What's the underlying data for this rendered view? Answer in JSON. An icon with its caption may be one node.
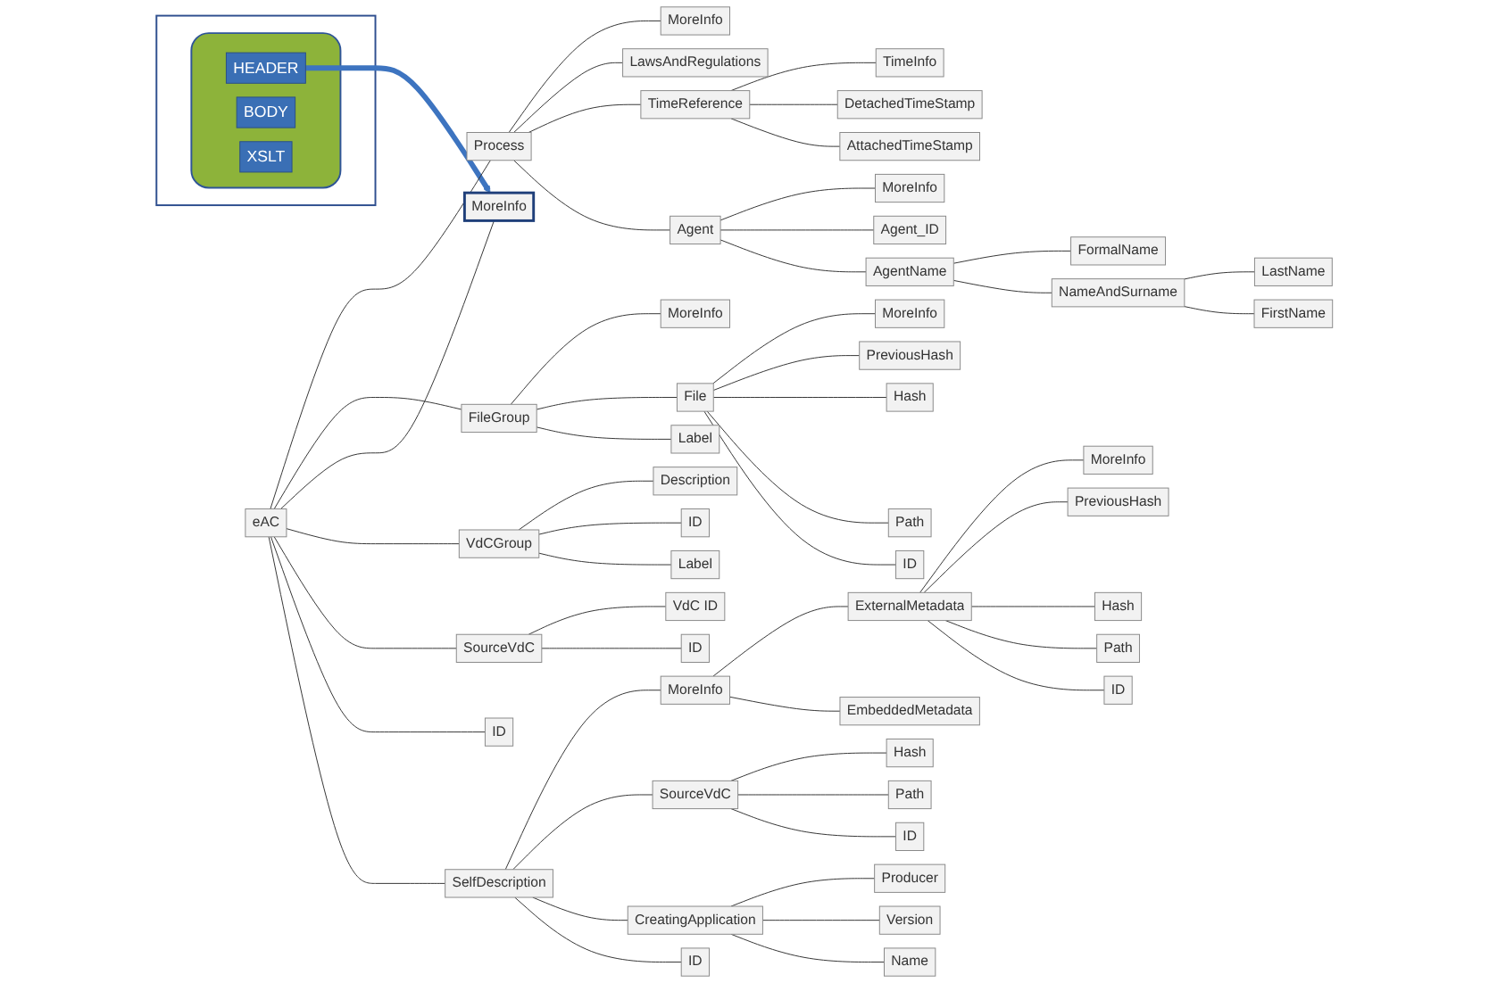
{
  "diagram": {
    "nodes": [
      {
        "text": [],
        "shape": "box"
      },
      {
        "text": [],
        "shape": "box",
        "in": 0
      },
      {
        "text": [
          "HEADER"
        ],
        "in": 1
      },
      {
        "text": [
          "BODY"
        ],
        "in": 1
      },
      {
        "text": [
          "XSLT"
        ],
        "in": 1
      },
      {
        "text": [
          "eAC"
        ]
      },
      {
        "text": [
          "SelfDescription"
        ]
      },
      {
        "text": [
          "ID"
        ]
      },
      {
        "text": [
          "CreatingApplication"
        ]
      },
      {
        "text": [
          "Name"
        ]
      },
      {
        "text": [
          "Version"
        ]
      },
      {
        "text": [
          "Producer"
        ]
      },
      {
        "text": [
          "SourceVdC"
        ]
      },
      {
        "text": [
          "ID"
        ]
      },
      {
        "text": [
          "Path"
        ]
      },
      {
        "text": [
          "Hash"
        ]
      },
      {
        "text": [
          "MoreInfo"
        ]
      },
      {
        "text": [
          "EmbeddedMetadata"
        ]
      },
      {
        "text": [
          "ExternalMetadata"
        ]
      },
      {
        "text": [
          "ID"
        ]
      },
      {
        "text": [
          "Path"
        ]
      },
      {
        "text": [
          "Hash"
        ]
      },
      {
        "text": [
          "PreviousHash"
        ]
      },
      {
        "text": [
          "MoreInfo"
        ]
      },
      {
        "text": [
          "ID"
        ]
      },
      {
        "text": [
          "SourceVdC"
        ]
      },
      {
        "text": [
          "ID"
        ]
      },
      {
        "text": [
          "VdC ID"
        ]
      },
      {
        "text": [
          "VdCGroup"
        ]
      },
      {
        "text": [
          "Label"
        ]
      },
      {
        "text": [
          "ID"
        ]
      },
      {
        "text": [
          "Description"
        ]
      },
      {
        "text": [
          "MoreInfo"
        ]
      },
      {
        "text": [
          "FileGroup"
        ]
      },
      {
        "text": [
          "Label"
        ]
      },
      {
        "text": [
          "File"
        ]
      },
      {
        "text": [
          "ID"
        ]
      },
      {
        "text": [
          "Path"
        ]
      },
      {
        "text": [
          "Hash"
        ]
      },
      {
        "text": [
          "PreviousHash"
        ]
      },
      {
        "text": [
          "MoreInfo"
        ]
      },
      {
        "text": [
          "MoreInfo"
        ]
      },
      {
        "text": [
          "Process"
        ]
      },
      {
        "text": [
          "Agent"
        ]
      },
      {
        "text": [
          "AgentName"
        ]
      },
      {
        "text": [
          "NameAndSurname"
        ]
      },
      {
        "text": [
          "FirstName"
        ]
      },
      {
        "text": [
          "LastName"
        ]
      },
      {
        "text": [
          "FormalName"
        ]
      },
      {
        "text": [
          "Agent_ID"
        ]
      },
      {
        "text": [
          "MoreInfo"
        ]
      },
      {
        "text": [
          "TimeReference"
        ]
      },
      {
        "text": [
          "AttachedTimeStamp"
        ]
      },
      {
        "text": [
          "DetachedTimeStamp"
        ]
      },
      {
        "text": [
          "TimeInfo"
        ]
      },
      {
        "text": [
          "LawsAndRegulations"
        ]
      },
      {
        "text": [
          "MoreInfo"
        ]
      }
    ],
    "edges": [
      {
        "from": 2,
        "to": 32,
        "arrow": "to",
        "style": "thick",
        "color": "#3d74c0"
      },
      {
        "from": 5,
        "to": 6,
        "arrow": "none"
      },
      {
        "from": 6,
        "to": 7,
        "arrow": "none"
      },
      {
        "from": 6,
        "to": 8,
        "arrow": "none"
      },
      {
        "from": 8,
        "to": 9,
        "arrow": "none"
      },
      {
        "from": 8,
        "to": 10,
        "arrow": "none"
      },
      {
        "from": 8,
        "to": 11,
        "arrow": "none"
      },
      {
        "from": 6,
        "to": 12,
        "arrow": "none"
      },
      {
        "from": 12,
        "to": 13,
        "arrow": "none"
      },
      {
        "from": 12,
        "to": 14,
        "arrow": "none"
      },
      {
        "from": 12,
        "to": 15,
        "arrow": "none"
      },
      {
        "from": 6,
        "to": 16,
        "arrow": "none"
      },
      {
        "from": 16,
        "to": 17,
        "arrow": "none"
      },
      {
        "from": 16,
        "to": 18,
        "arrow": "none"
      },
      {
        "from": 18,
        "to": 19,
        "arrow": "none"
      },
      {
        "from": 18,
        "to": 20,
        "arrow": "none"
      },
      {
        "from": 18,
        "to": 21,
        "arrow": "none"
      },
      {
        "from": 18,
        "to": 22,
        "arrow": "none"
      },
      {
        "from": 18,
        "to": 23,
        "arrow": "none"
      },
      {
        "from": 5,
        "to": 24,
        "arrow": "none"
      },
      {
        "from": 5,
        "to": 25,
        "arrow": "none"
      },
      {
        "from": 25,
        "to": 26,
        "arrow": "none"
      },
      {
        "from": 25,
        "to": 27,
        "arrow": "none"
      },
      {
        "from": 5,
        "to": 28,
        "arrow": "none"
      },
      {
        "from": 28,
        "to": 29,
        "arrow": "none"
      },
      {
        "from": 28,
        "to": 30,
        "arrow": "none"
      },
      {
        "from": 28,
        "to": 31,
        "arrow": "none"
      },
      {
        "from": 5,
        "to": 32,
        "arrow": "none"
      },
      {
        "from": 5,
        "to": 33,
        "arrow": "none"
      },
      {
        "from": 33,
        "to": 34,
        "arrow": "none"
      },
      {
        "from": 33,
        "to": 35,
        "arrow": "none"
      },
      {
        "from": 35,
        "to": 36,
        "arrow": "none"
      },
      {
        "from": 35,
        "to": 37,
        "arrow": "none"
      },
      {
        "from": 35,
        "to": 38,
        "arrow": "none"
      },
      {
        "from": 35,
        "to": 39,
        "arrow": "none"
      },
      {
        "from": 35,
        "to": 40,
        "arrow": "none"
      },
      {
        "from": 33,
        "to": 41,
        "arrow": "none"
      },
      {
        "from": 5,
        "to": 42,
        "arrow": "none"
      },
      {
        "from": 42,
        "to": 43,
        "arrow": "none"
      },
      {
        "from": 43,
        "to": 44,
        "arrow": "none"
      },
      {
        "from": 44,
        "to": 45,
        "arrow": "none"
      },
      {
        "from": 45,
        "to": 46,
        "arrow": "none"
      },
      {
        "from": 45,
        "to": 47,
        "arrow": "none"
      },
      {
        "from": 44,
        "to": 48,
        "arrow": "none"
      },
      {
        "from": 43,
        "to": 49,
        "arrow": "none"
      },
      {
        "from": 43,
        "to": 50,
        "arrow": "none"
      },
      {
        "from": 42,
        "to": 51,
        "arrow": "none"
      },
      {
        "from": 51,
        "to": 52,
        "arrow": "none"
      },
      {
        "from": 51,
        "to": 53,
        "arrow": "none"
      },
      {
        "from": 51,
        "to": 54,
        "arrow": "none"
      },
      {
        "from": 42,
        "to": 55,
        "arrow": "none"
      },
      {
        "from": 42,
        "to": 56,
        "arrow": "none"
      }
    ]
  }
}
